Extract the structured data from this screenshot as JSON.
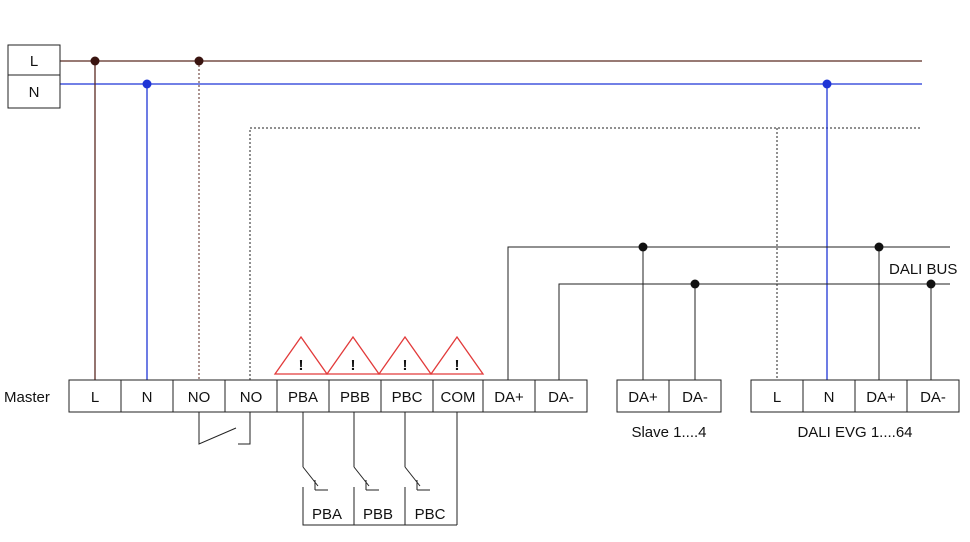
{
  "colors": {
    "line_L": "#5a2a22",
    "line_N": "#1f35d6",
    "wire": "#222222",
    "warning": "#e23a3a",
    "background": "#ffffff"
  },
  "mains": {
    "L_label": "L",
    "N_label": "N"
  },
  "master": {
    "label": "Master",
    "terminals": [
      "L",
      "N",
      "NO",
      "NO",
      "PBA",
      "PBB",
      "PBC",
      "COM",
      "DA+",
      "DA-"
    ],
    "warning_symbol": "!"
  },
  "push_buttons": [
    "PBA",
    "PBB",
    "PBC"
  ],
  "slave": {
    "terminals": [
      "DA+",
      "DA-"
    ],
    "caption": "Slave 1....4"
  },
  "evg": {
    "terminals": [
      "L",
      "N",
      "DA+",
      "DA-"
    ],
    "caption": "DALI EVG 1....64"
  },
  "bus_label": "DALI BUS"
}
